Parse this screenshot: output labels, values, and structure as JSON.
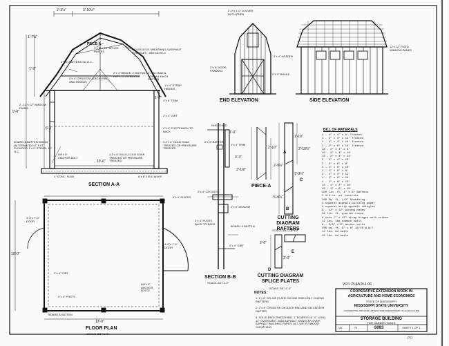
{
  "section_aa": {
    "title": "SECTION A-A",
    "dims": {
      "left_top": "2'-3½\"",
      "right_top": "3'-10½\"",
      "rise": "1'-7½\"",
      "total_height": "9'-0\"",
      "span": "10'-0\"",
      "wall": "6'-0\"",
      "overhang": "1'-0\"",
      "ridge_drop": "1'-9\""
    },
    "labels": {
      "pieceA": "PIECE-A",
      "splice": "1\"x 8\" x 24\" SPLICE PLATES",
      "sheathing": "SOLID DECK SHEATHING & ASPHALT SHINGLES - SEE NOTE-3",
      "rafters": "2\"x 4\" RAFTERS 24\" O.C.",
      "crossties": "2\"x 4\" CROSSTIE (EACH END AND MIDDLE)",
      "brace": "2\"x 4\" BRACE, 2 ON END RAFT., 2 ON MIDDLE",
      "nails": "2 - 16 d NAILS, TOENAIL EACH RAFTER",
      "straps": "1\"x 4\" STRAP HINGES",
      "window_panes": "2 - 12\"x 12\" WINDOW PANES",
      "trim": "1\"x 6\" TRIM",
      "girt": "2\"x 4\" GIRT",
      "posts": "2\"x 4\" POSTS BACK TO BACK",
      "board_batten": "BOARD & BATTEN SIDING (ALTERNATE) 1/2\" EXT. PLYWOOD 1\"x 2\" STRIPS, 12\" O.C.",
      "anchor": "5/8\"x 9\" ANCHOR BOLT",
      "sills": "2,2\"x 4\" SILLS, COLD SOAK TREATED OR PRESSURE TREATED",
      "sills2": "2,2\"x 4\" COLD SOAK TREATED OR PRESSURE TREATED",
      "slab": "4\" CONC. SLAB",
      "wwf": "6\"x 6\" 10/10 W.W.F."
    }
  },
  "end_elevation": {
    "title": "END ELEVATION",
    "louver": "2'-0\"x 4'-0\" LOUVER BOTH ENDS",
    "header": "2\"x 4\" HEADER",
    "framing": "2\"x 8\" DOOR FRAMING",
    "brace": "2\"x 4\" BRACE"
  },
  "side_elevation": {
    "title": "SIDE ELEVATION",
    "window": "12\"x 12\" FIXED WINDOW PANES"
  },
  "piece_a": {
    "title": "PIECE-A",
    "dims": [
      "1'-0\"",
      "3'-3\"",
      "2'-1/2\"",
      "2'-10\"",
      "2'-5½\""
    ],
    "sheathing": "SHEATHING",
    "rafter": "2\"x 4\" RAFTER",
    "trim": "1\"x 4\" TRIM"
  },
  "rafter_cut": {
    "title": "CUTTING DIAGRAM RAFTERS",
    "scale": "SCALE-3/8\"=1'-0\"",
    "dims": [
      "1'-10\"",
      "2'-10½\"",
      "3'-9½\"",
      "5'-5½\""
    ],
    "letters": [
      "A",
      "B",
      "C"
    ]
  },
  "bill": {
    "title": "BILL OF MATERIALS",
    "items": [
      "4 - 2\" x 4\" x 8' Treated",
      "4 - 2\" x 4\" x 12' Treated",
      "2 - 2\" x 4\" x 16' Treated",
      "2 - 2\" x 6\" x 10' Treated",
      "18 - 2\" x 4\" x 8'",
      "10 - 2\" x 4\" x 10'",
      "10 - 2\" x 4\" x 12'",
      "5 - 2\" x 4\" x 16'",
      "2 - 2\" x 8\" x 8'",
      "4 - 2\" x 6\" x 10'",
      "2 - 2\" x 6\" x 8'",
      "3 - 1\" x 4\" x 12'",
      "4 - 1\" x 6\" x 16'",
      "4 - 1\" x 8\" x 10'",
      "10 - 1\" x 2\" x 10'",
      "20 - 1\" x 6\" x 10'",
      "300 lin. ft. 1\" x 8\" Battens",
      "2 1/4 cu. yd. concrete",
      "360 Sq. ft. 1/2\" Sheathing",
      "3 squares asphalt building paper",
      "3 squares strip asphalt shingles",
      "8 - 12\" x 12\" window panes",
      "36 lin. ft. quarter-round",
      "6 sets 7\" x 12\" strap hinges with screws",
      "12 lbs. 16d common nails",
      "6 - 5/8\" x 9\" anchor bolts",
      "250 sq. ft. 6\" x 6\" 10/10 W.W.F.",
      "12 lbs. 8d nails",
      "12 lbs. 6d nails"
    ]
  },
  "floor_plan": {
    "title": "FLOOR PLAN",
    "scale": "SCALE-3/8\"=1'-0\"",
    "dims": {
      "width": "13'-0\"",
      "depth": "10'-0\"",
      "door": "4'-0\"x 7'-0\" DOOR",
      "side_door": "3'-0\"x 7'-0\" DOOR"
    },
    "labels": [
      "2\"x 4\" GIRT",
      "2\"x 4\" POSTS",
      "BOARD & BATTEN",
      "5/8\"x 9\" ANCHOR BOLTS"
    ]
  },
  "section_bb": {
    "title": "SECTION B-B",
    "scale": "SCALE-3/4\"=1'-0\"",
    "labels": [
      "2\"x 4\" PLATES",
      "2\"x 4\" CROSSTIE",
      "2\"x 6\" HEADER",
      "2\"x 4\" POSTS BACK TO BACK",
      "BOARD & BATTEN",
      "2\"x 4\" GIRT"
    ]
  },
  "splice_cut": {
    "title": "CUTTING DIAGRAM SPLICE PLATES",
    "scale": "SCALE-3/8\"=1'-0\"",
    "dims": [
      "2'-0\"",
      "1'-10\"",
      "3'-0\""
    ],
    "letters": [
      "D",
      "E"
    ]
  },
  "notes": {
    "heading": "NOTES:",
    "items": [
      "1. 1\"x 8\" SPLICE PLATE ON ONE SIDE ONLY ON END RAFTERS.",
      "2. 2\"x 4\" CROSSTIE ON EACH END AND ON CENTER RAFTER.",
      "3. SOLID DECK SHEATHING, 1\" BOARDS 14\"-0\" LONG, 12\" OVERHANG. 265# ASPHALT SHINGLES OVER ASPHALT BUILDING PAPER. ALT.-5/8\" PLYWOOD SHEATHING."
    ]
  },
  "title_block": {
    "plan": "V.P.I. PLAN N-1.06",
    "coop": "COOPERATIVE EXTENSION WORK IN",
    "agri": "AGRICULTURE AND HOME ECONOMICS",
    "state": "STATE OF MISSISSIPPI",
    "univ": "MISSISSIPPI STATE UNIVERSITY",
    "small": "COOPERATING WITH THE UNITED STATES DEPARTMENT OF AGRICULTURE",
    "title": "STORAGE BUILDING",
    "subtitle": "FOR GARDEN TOOLS",
    "state_code": "VA.",
    "year": "'70",
    "number": "6093",
    "sheet": "SHEET 1 OF 1"
  },
  "page_mark": "PO"
}
